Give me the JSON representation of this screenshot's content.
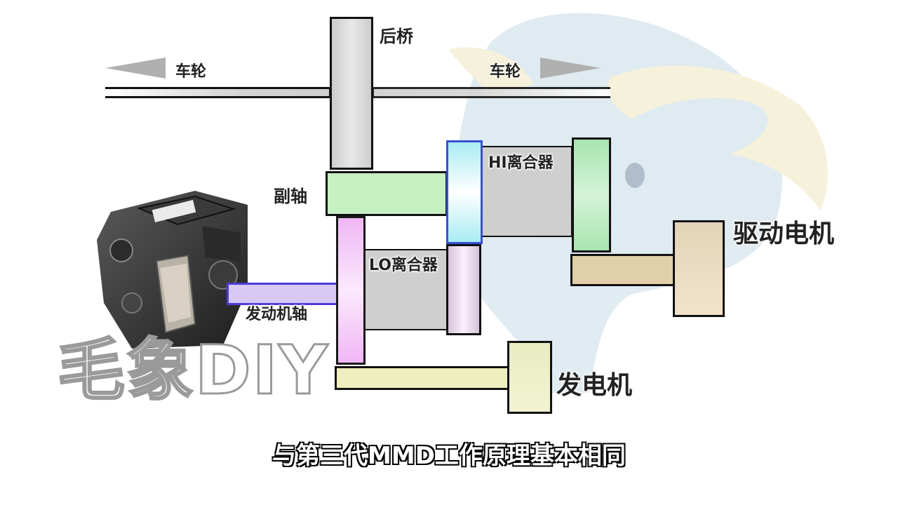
{
  "labels": {
    "rear_axle": "后桥",
    "wheel_left": "车轮",
    "wheel_right": "车轮",
    "countershaft": "副轴",
    "hi_clutch": "HI离合器",
    "lo_clutch": "LO离合器",
    "drive_motor": "驱动电机",
    "engine_shaft": "发动机轴",
    "generator": "发电机"
  },
  "watermark": "毛象DIY",
  "subtitle": "与第三代MMD工作原理基本相同",
  "colors": {
    "outline": "#111111",
    "axle_gray": "#cfcfcf",
    "countershaft_green": "#c6f0c2",
    "hi_clutch_blue": "#cdeff3",
    "hi_clutch_border": "#3a4fd6",
    "lo_clutch_pink": "#e9dcec",
    "motor_green": "#a8e6b0",
    "motor_tan": "#e7d5b3",
    "engine_shaft_purple": "#d8c9f5",
    "engine_shaft_border": "#4b3bd4",
    "lo_gear_pink": "#f0c6f5",
    "generator_yellow": "#eeeebe",
    "mascot_blue": "#c6dbe7"
  }
}
